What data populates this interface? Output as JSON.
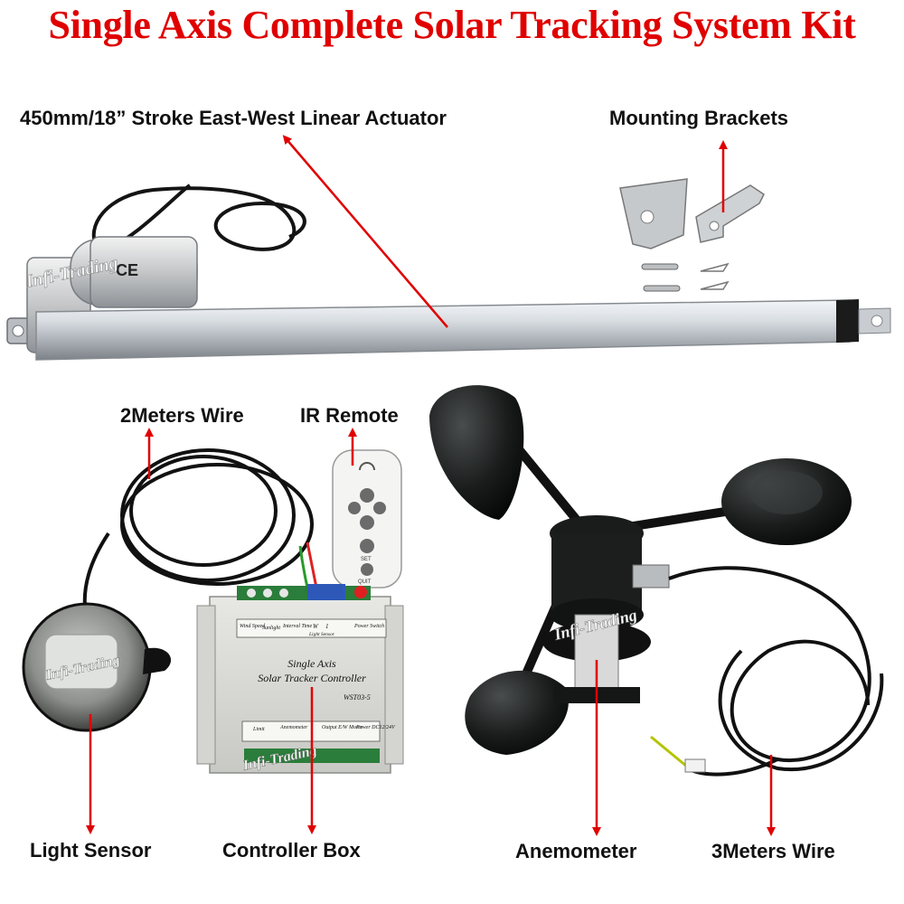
{
  "title": "Single Axis Complete Solar Tracking System Kit",
  "labels": {
    "actuator": "450mm/18” Stroke East-West Linear Actuator",
    "brackets": "Mounting Brackets",
    "wire2": "2Meters Wire",
    "remote": "IR Remote",
    "light_sensor": "Light Sensor",
    "controller_box": "Controller Box",
    "anemometer": "Anemometer",
    "wire3": "3Meters Wire"
  },
  "watermark": "Infi-Trading",
  "actuator_mark": "CE",
  "controller": {
    "title_line1": "Single Axis",
    "title_line2": "Solar Tracker Controller",
    "model": "WST03-5",
    "top_labels": [
      "Wind Speed",
      "Sunlight",
      "Interval Time",
      "W",
      "1",
      "Light Sensor",
      "Power Switch"
    ],
    "bottom_labels": [
      "Limit",
      "Anemometer",
      "Output E/W Motor",
      "Power DC12/24V"
    ]
  },
  "remote_buttons": [
    "SET",
    "QUIT"
  ],
  "colors": {
    "title": "#e00000",
    "arrow": "#e00000",
    "label": "#111111"
  }
}
